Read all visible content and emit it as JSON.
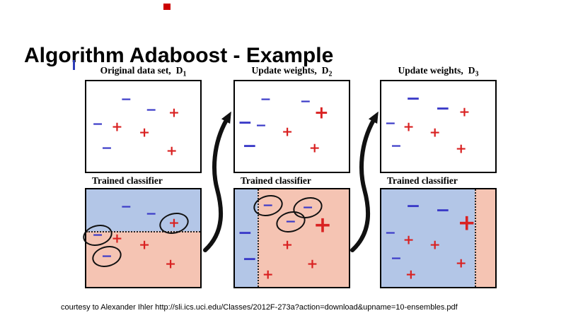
{
  "slide": {
    "title": "Algorithm Adaboost - Example",
    "credit": "courtesy to Alexander Ihler http://sli.ics.uci.edu/Classes/2012F-273a?action=download&upname=10-ensembles.pdf"
  },
  "colors": {
    "blue_region": "#b3c6e7",
    "pink_region": "#f5c4b3",
    "minus": "#3b3bc8",
    "plus": "#d92121",
    "arrow": "#111111",
    "accent_red_mark": "#cc0000",
    "accent_blue_tick": "#2e3db8"
  },
  "panels": [
    {
      "header": {
        "label": "Original data set,",
        "d": "D",
        "sub": "1"
      },
      "classifier_label": "Trained classifier",
      "dataset": {
        "points": [
          {
            "s": "-",
            "x": 35,
            "y": 20
          },
          {
            "s": "-",
            "x": 57,
            "y": 32
          },
          {
            "s": "+",
            "x": 77,
            "y": 35
          },
          {
            "s": "-",
            "x": 10,
            "y": 48
          },
          {
            "s": "+",
            "x": 27,
            "y": 51
          },
          {
            "s": "+",
            "x": 51,
            "y": 57
          },
          {
            "s": "-",
            "x": 18,
            "y": 74
          },
          {
            "s": "+",
            "x": 75,
            "y": 77
          }
        ]
      },
      "classifier": {
        "split": "horizontal",
        "boundary": 43,
        "points": [
          {
            "s": "-",
            "x": 35,
            "y": 18
          },
          {
            "s": "-",
            "x": 57,
            "y": 25
          },
          {
            "s": "+",
            "x": 77,
            "y": 35,
            "circled": true
          },
          {
            "s": "-",
            "x": 10,
            "y": 47,
            "circled": true
          },
          {
            "s": "+",
            "x": 27,
            "y": 51
          },
          {
            "s": "+",
            "x": 51,
            "y": 57
          },
          {
            "s": "-",
            "x": 18,
            "y": 69,
            "circled": true
          },
          {
            "s": "+",
            "x": 74,
            "y": 77
          }
        ]
      }
    },
    {
      "header": {
        "label": "Update weights,",
        "d": "D",
        "sub": "2"
      },
      "classifier_label": "Trained classifier",
      "dataset": {
        "points": [
          {
            "s": "-",
            "x": 27,
            "y": 20
          },
          {
            "s": "-",
            "x": 62,
            "y": 23
          },
          {
            "s": "+",
            "x": 76,
            "y": 34,
            "size": "l"
          },
          {
            "s": "-",
            "x": 9,
            "y": 45,
            "size": "l"
          },
          {
            "s": "-",
            "x": 23,
            "y": 49
          },
          {
            "s": "+",
            "x": 46,
            "y": 56
          },
          {
            "s": "-",
            "x": 13,
            "y": 71,
            "size": "l"
          },
          {
            "s": "+",
            "x": 70,
            "y": 74
          }
        ]
      },
      "classifier": {
        "split": "vertical",
        "boundary": 20,
        "points": [
          {
            "s": "-",
            "x": 29,
            "y": 17,
            "circled": true
          },
          {
            "s": "-",
            "x": 64,
            "y": 19,
            "circled": true
          },
          {
            "s": "-",
            "x": 49,
            "y": 33,
            "circled": true
          },
          {
            "s": "+",
            "x": 77,
            "y": 37,
            "size": "xl"
          },
          {
            "s": "-",
            "x": 9,
            "y": 44,
            "size": "l"
          },
          {
            "s": "+",
            "x": 46,
            "y": 57
          },
          {
            "s": "-",
            "x": 13,
            "y": 71,
            "size": "l"
          },
          {
            "s": "+",
            "x": 68,
            "y": 77
          },
          {
            "s": "+",
            "x": 29,
            "y": 88
          }
        ]
      }
    },
    {
      "header": {
        "label": "Update weights,",
        "d": "D",
        "sub": "3"
      },
      "classifier_label": "Trained classifier",
      "dataset": {
        "points": [
          {
            "s": "-",
            "x": 28,
            "y": 19,
            "size": "l"
          },
          {
            "s": "-",
            "x": 54,
            "y": 30,
            "size": "l"
          },
          {
            "s": "+",
            "x": 73,
            "y": 34
          },
          {
            "s": "-",
            "x": 8,
            "y": 47
          },
          {
            "s": "+",
            "x": 24,
            "y": 51
          },
          {
            "s": "+",
            "x": 47,
            "y": 57
          },
          {
            "s": "-",
            "x": 13,
            "y": 72
          },
          {
            "s": "+",
            "x": 70,
            "y": 75
          }
        ]
      },
      "classifier": {
        "split": "vertical",
        "boundary": 82,
        "points": [
          {
            "s": "-",
            "x": 28,
            "y": 17,
            "size": "l"
          },
          {
            "s": "-",
            "x": 54,
            "y": 21,
            "size": "l"
          },
          {
            "s": "+",
            "x": 75,
            "y": 35,
            "size": "xl"
          },
          {
            "s": "-",
            "x": 8,
            "y": 45
          },
          {
            "s": "+",
            "x": 24,
            "y": 52
          },
          {
            "s": "+",
            "x": 47,
            "y": 57
          },
          {
            "s": "-",
            "x": 13,
            "y": 71
          },
          {
            "s": "+",
            "x": 70,
            "y": 76
          },
          {
            "s": "+",
            "x": 26,
            "y": 88
          }
        ]
      }
    }
  ]
}
